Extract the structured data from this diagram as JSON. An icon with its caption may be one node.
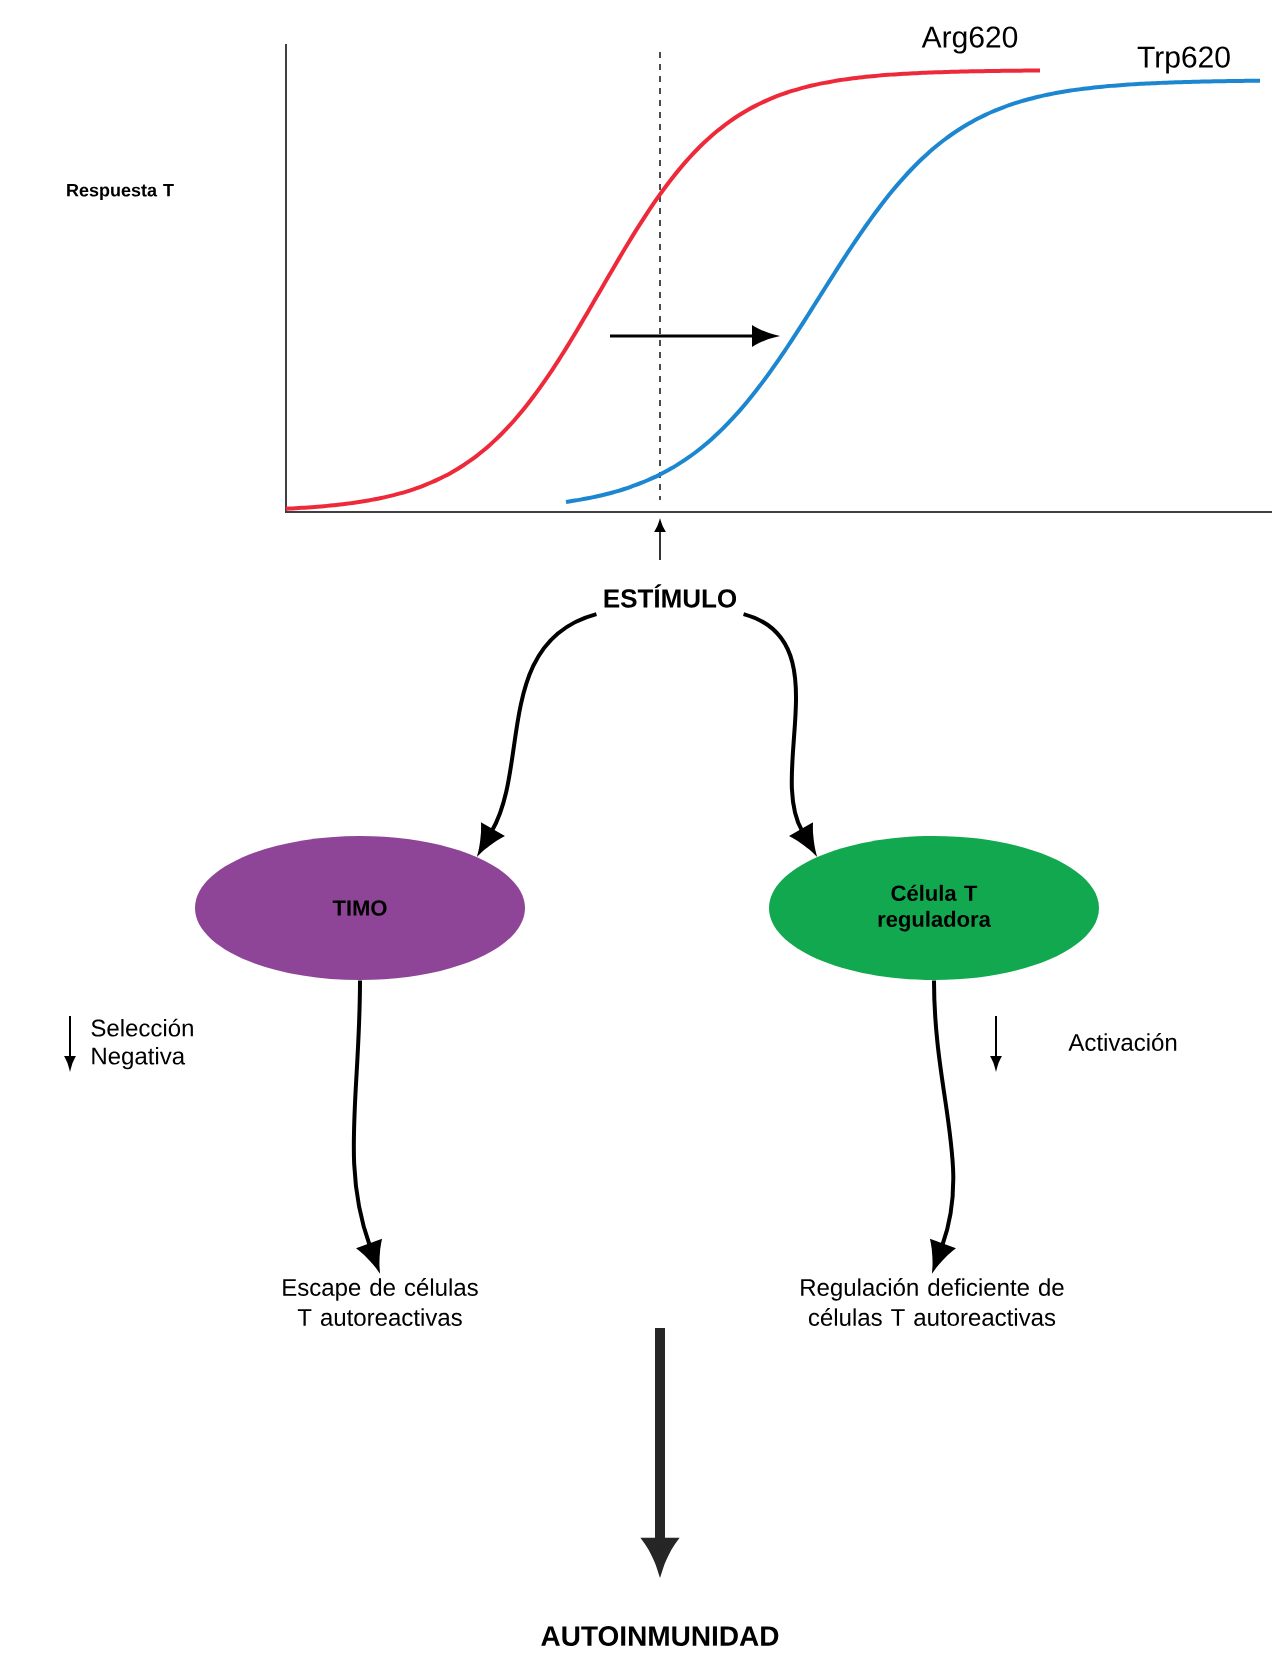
{
  "diagram": {
    "nodes": [
      {
        "text": [
          "ESTÍMULO"
        ]
      },
      {
        "text": [
          "TIMO"
        ]
      },
      {
        "text": [
          "Célula T reguladora"
        ]
      },
      {
        "text": [
          "Escape de células T autoreactivas"
        ]
      },
      {
        "text": [
          "Regulación deficiente de células T autoreactivas"
        ]
      },
      {
        "text": [
          "AUTOINMUNIDAD"
        ]
      }
    ],
    "edges": [
      {
        "from": 0,
        "to": 1,
        "arrow": "to"
      },
      {
        "from": 0,
        "to": 2,
        "arrow": "to"
      },
      {
        "from": 1,
        "to": 3,
        "arrow": "to"
      },
      {
        "from": 2,
        "to": 4,
        "arrow": "to"
      },
      {
        "from": null,
        "to": 5,
        "arrow": "to",
        "style": "thick"
      }
    ],
    "labels": [
      "Respuesta T",
      "Arg620",
      "Trp620",
      "Selección Negativa",
      "Activación"
    ]
  }
}
